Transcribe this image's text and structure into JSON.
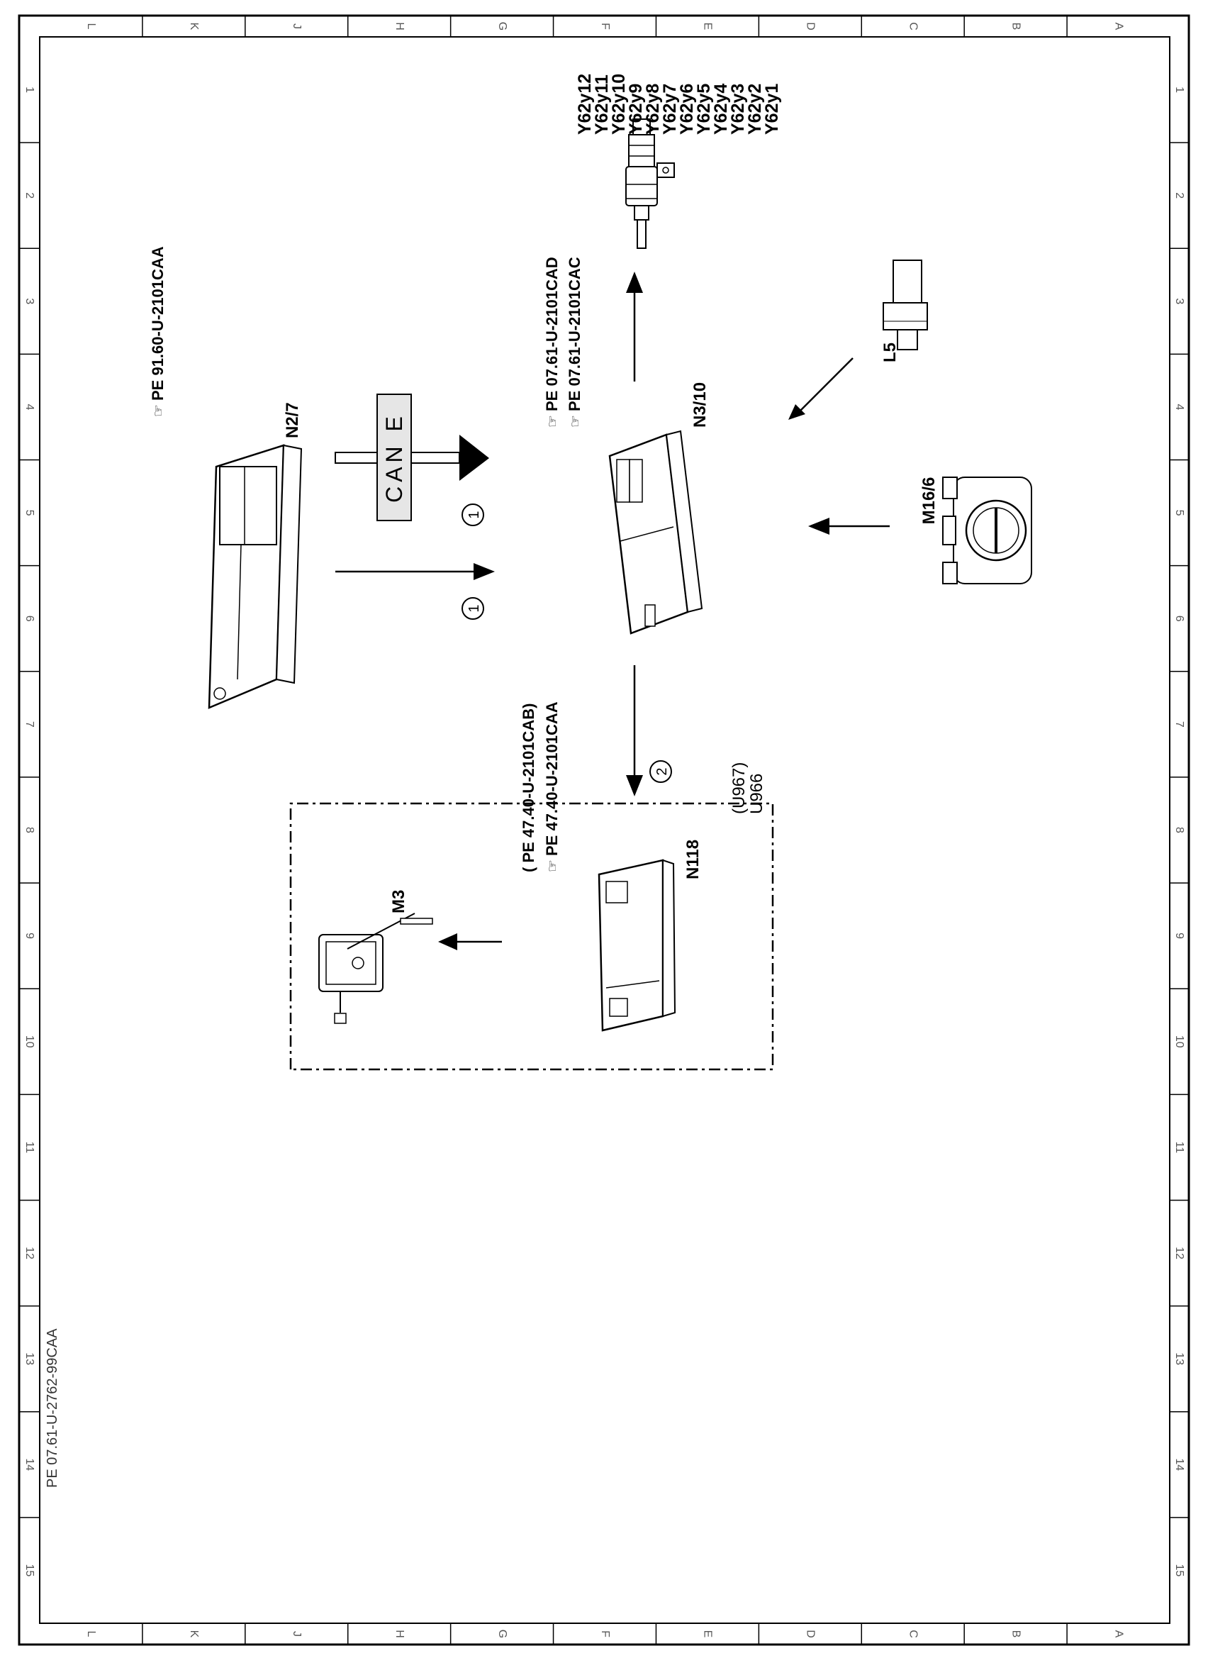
{
  "diagram_id": "PE 07.61-U-2762-99CAA",
  "grid": {
    "columns": [
      "L",
      "K",
      "J",
      "H",
      "G",
      "F",
      "E",
      "D",
      "C",
      "B",
      "A"
    ],
    "rows": [
      "1",
      "2",
      "3",
      "4",
      "5",
      "6",
      "7",
      "8",
      "9",
      "10",
      "11",
      "12",
      "13",
      "14",
      "15"
    ]
  },
  "components": {
    "injectors": {
      "labels": [
        "Y62y1",
        "Y62y2",
        "Y62y3",
        "Y62y4",
        "Y62y5",
        "Y62y6",
        "Y62y7",
        "Y62y8",
        "Y62y9",
        "Y62y10",
        "Y62y11",
        "Y62y12"
      ]
    },
    "l5": {
      "label": "L5"
    },
    "m16_6": {
      "label": "M16/6"
    },
    "n3_10": {
      "label": "N3/10",
      "refs": [
        "PE  07.61-U-2101CAC",
        "PE  07.61-U-2101CAD"
      ]
    },
    "n2_7": {
      "label": "N2/7",
      "refs": [
        "PE  91.60-U-2101CAA"
      ]
    },
    "can_bus": {
      "label": "CAN E"
    },
    "markers": {
      "one_a": "1",
      "one_b": "1",
      "two": "2"
    },
    "u966_group": {
      "labels": [
        "U966",
        "(U967)"
      ],
      "n118": "N118",
      "refs": [
        "PE  47.40-U-2101CAA",
        "( PE  47.40-U-2101CAB)"
      ],
      "m3": "M3"
    }
  },
  "colors": {
    "line": "#000000",
    "background": "#ffffff",
    "can_label_bg": "#e6e6e6"
  }
}
